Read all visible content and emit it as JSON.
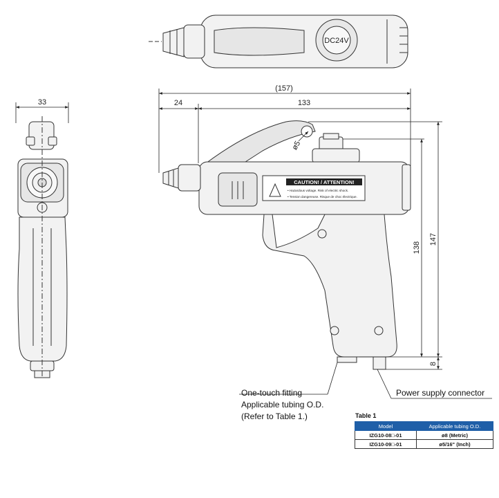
{
  "dimensions": {
    "side_width": "33",
    "overall_length": "(157)",
    "nozzle_length": "24",
    "body_length": "133",
    "tube_dia": "ø5",
    "grip_height": "138",
    "overall_height": "147",
    "connector_height": "8"
  },
  "callouts": {
    "fitting_line1": "One-touch fitting",
    "fitting_line2": "Applicable tubing O.D.",
    "fitting_line3": "(Refer to Table 1.)",
    "power_connector": "Power supply connector"
  },
  "label_plate": {
    "title": "CAUTION! / ATTENTION!",
    "line1": "• Hazardous voltage. Risk of electric shock.",
    "line2": "• Tension dangereuse. Risque de choc électrique."
  },
  "table": {
    "title": "Table 1",
    "headers": [
      "Model",
      "Applicable tubing O.D."
    ],
    "rows": [
      {
        "model": "IZG10-08□-01",
        "od": "ø8 (Metric)"
      },
      {
        "model": "IZG10-09□-01",
        "od": "ø5/16\" (Inch)"
      }
    ]
  },
  "colors": {
    "table_header": "#1f5fa8",
    "outline": "#222222",
    "body_fill": "#f2f2f2"
  }
}
